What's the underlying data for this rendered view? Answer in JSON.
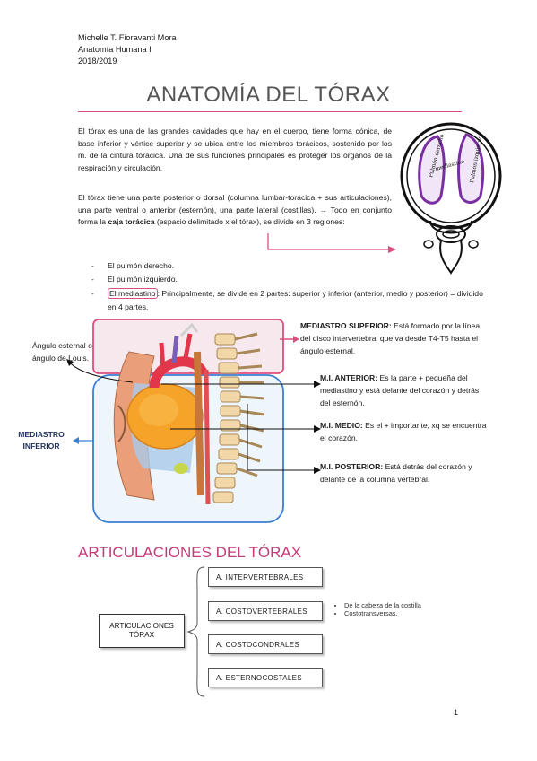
{
  "header": {
    "author": "Michelle T. Fioravanti Mora",
    "course": "Anatomía Humana I",
    "year": "2018/2019"
  },
  "title": "ANATOMÍA DEL TÓRAX",
  "intro_paragraph": "El tórax es una de las grandes cavidades que hay en el cuerpo, tiene forma cónica, de base inferior y vértice superior y se ubica entre los miembros torácicos, sostenido por los m. de la cintura torácica. Una de sus funciones principales es proteger los órganos de la respiración y circulación.",
  "second_paragraph": {
    "before": "El tórax tiene una parte posterior o dorsal (columna lumbar-torácica + sus articulaciones), una parte ventral o anterior (esternón), una parte lateral (costillas). → Todo en conjunto forma la ",
    "bold": "caja torácica",
    "after": " (espacio delimitado x el tórax), se divide en 3 regiones:"
  },
  "regions": [
    {
      "label": "El pulmón derecho."
    },
    {
      "label": "El pulmón izquierdo."
    },
    {
      "label_highlight": "El mediastino",
      "rest": ": Principalmente, se divide en 2 partes: superior y inferior (anterior, medio y posterior) = dividido en 4 partes."
    }
  ],
  "sketch_labels": {
    "left": "Pulmón derecho",
    "center": "mediastino",
    "right": "Pulmón izquierdo"
  },
  "annotations": {
    "angulo": "Ángulo esternal o ángulo de Louis.",
    "inferior": "MEDIASTRO INFERIOR",
    "superior_title": "MEDIASTRO SUPERIOR:",
    "superior_text": " Está formado por la línea del disco intervertebral que va desde T4-T5 hasta el ángulo esternal.",
    "anterior_title": "M.I. ANTERIOR:",
    "anterior_text": " Es la parte + pequeña del mediastino y está delante del corazón y detrás del esternón.",
    "medio_title": "M.I. MEDIO:",
    "medio_text": " Es el + importante, xq se encuentra el corazón.",
    "posterior_title": "M.I. POSTERIOR:",
    "posterior_text": " Está detrás del corazón y delante de la columna vertebral."
  },
  "section2_title": "ARTICULACIONES DEL TÓRAX",
  "diagram": {
    "root": "ARTICULACIONES TÓRAX",
    "branches": [
      "A. INTERVERTEBRALES",
      "A. COSTOVERTEBRALES",
      "A. COSTOCONDRALES",
      "A. ESTERNOCOSTALES"
    ],
    "sub_items": [
      "De la cabeza de la costilla",
      "Costotransversas."
    ]
  },
  "page_number": "1",
  "colors": {
    "accent": "#d94f80",
    "blue": "#3a7fd0"
  }
}
